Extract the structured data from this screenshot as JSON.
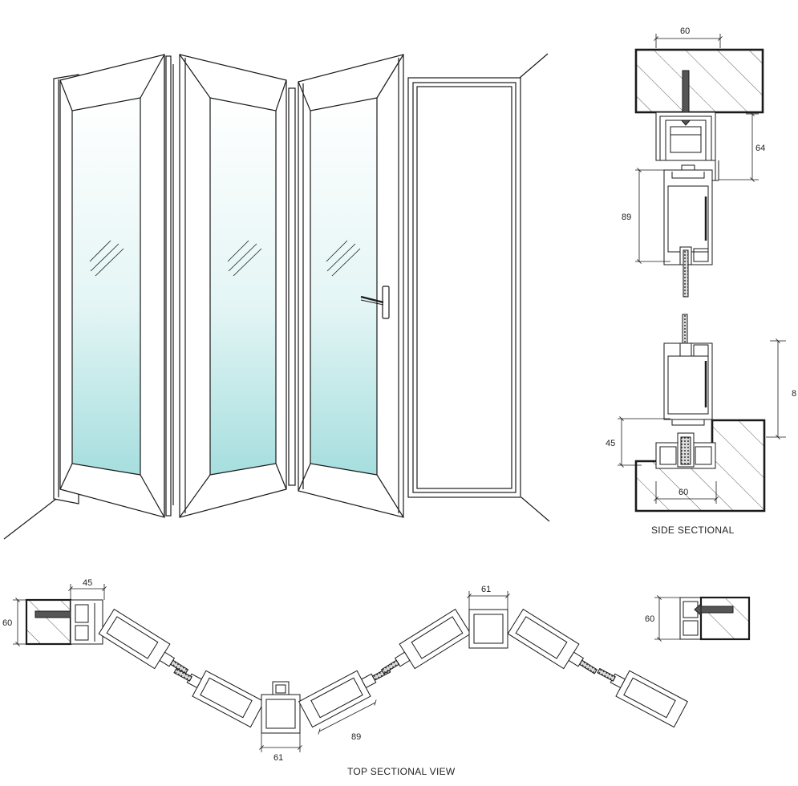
{
  "labels": {
    "side_sectional": "SIDE SECTIONAL",
    "top_sectional_view": "TOP SECTIONAL VIEW"
  },
  "dimensions": {
    "side_head_width": "60",
    "side_head_height": "64",
    "side_sash_height_top": "89",
    "side_sash_height_bottom": "8",
    "side_sill_height": "45",
    "side_sill_width": "60",
    "top_left_jamb_depth": "45",
    "top_left_jamb_width": "60",
    "top_center_width": "61",
    "top_upper_center_width": "61",
    "top_sash_depth": "89",
    "top_right_jamb_width": "60"
  },
  "colors": {
    "line": "#1a1a1a",
    "glass_top": "#ffffff",
    "glass_bottom": "#a6dede",
    "hatch": "#333333"
  }
}
